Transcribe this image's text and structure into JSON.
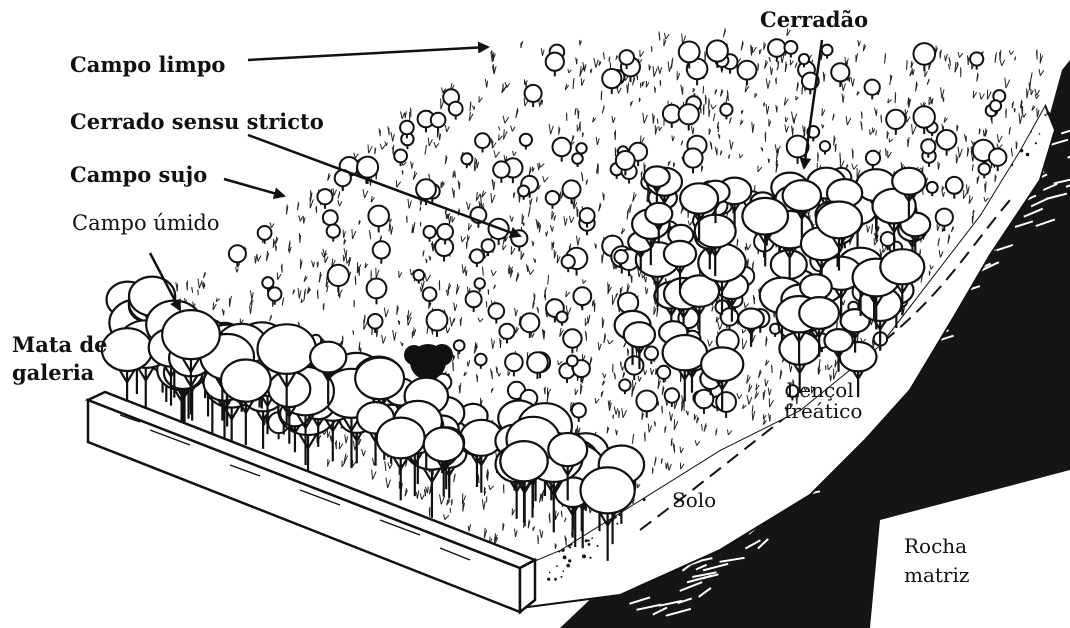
{
  "labels": {
    "campo_limpo": "Campo limpo",
    "cerrado_sensu_stricto": "Cerrado sensu stricto",
    "campo_sujo": "Campo sujo",
    "campo_umido": "Campo úmido",
    "mata_de_galeria_line1": "Mata de",
    "mata_de_galeria_line2": "galeria",
    "cerradao": "Cerradão",
    "lencol_line1": "Lençol",
    "lencol_line2": "freático",
    "solo": "Solo",
    "rocha_line1": "Rocha",
    "rocha_line2": "matriz"
  },
  "colors": {
    "ink": "#111111",
    "paper": "#ffffff",
    "rock": "#151515"
  }
}
